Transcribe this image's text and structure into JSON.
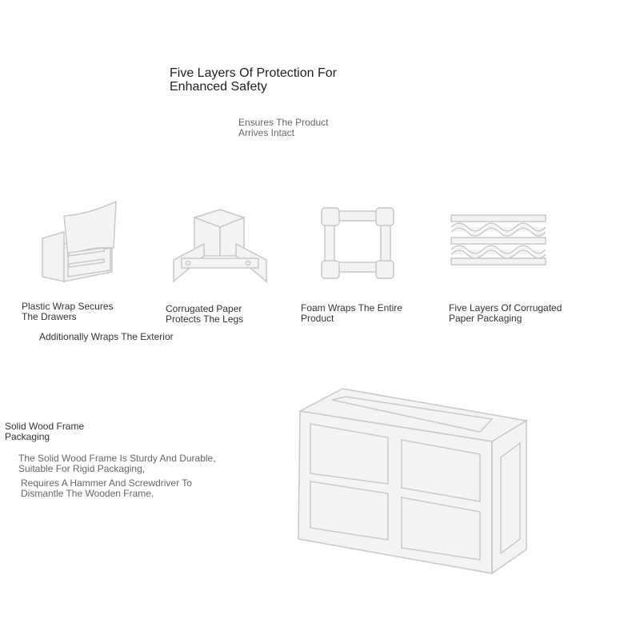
{
  "header": {
    "title": "Five Layers Of Protection For\nEnhanced Safety",
    "subtitle": "Ensures The Product\nArrives Intact"
  },
  "features": [
    {
      "label": "Plastic Wrap Secures\nThe Drawers",
      "icon": "plastic-wrap-icon"
    },
    {
      "label": "Corrugated Paper\nProtects The Legs",
      "icon": "corner-protector-icon"
    },
    {
      "label": "Foam Wraps The Entire\nProduct",
      "icon": "foam-frame-icon"
    },
    {
      "label": "Five Layers Of Corrugated\nPaper Packaging",
      "icon": "corrugated-layers-icon"
    }
  ],
  "extra": "Additionally Wraps The Exterior",
  "wood": {
    "title": "Solid Wood Frame\nPackaging",
    "desc1": "The Solid Wood Frame Is Sturdy And Durable,\nSuitable For Rigid Packaging,",
    "desc2": "Requires A Hammer And Screwdriver To\nDismantle The Wooden Frame.",
    "icon": "wooden-crate-icon"
  }
}
